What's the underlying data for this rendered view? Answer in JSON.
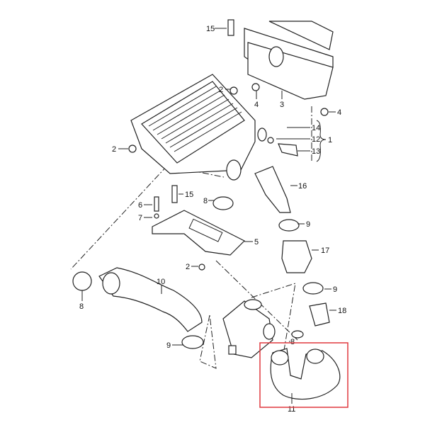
{
  "diagram": {
    "labels": {
      "a": "15",
      "b": "4",
      "c": "3",
      "d": "4",
      "e": "2",
      "f": "14",
      "g": "12",
      "h": "1",
      "i": "13",
      "j": "2",
      "k": "16",
      "l": "15",
      "m": "6",
      "n": "7",
      "o": "8",
      "p": "9",
      "q": "5",
      "r": "17",
      "s": "2",
      "t": "8",
      "u": "10",
      "v": "9",
      "w": "18",
      "x": "9",
      "y": "8",
      "z": "11"
    },
    "highlight_color": "#e0393e",
    "highlighted_part": "11"
  }
}
